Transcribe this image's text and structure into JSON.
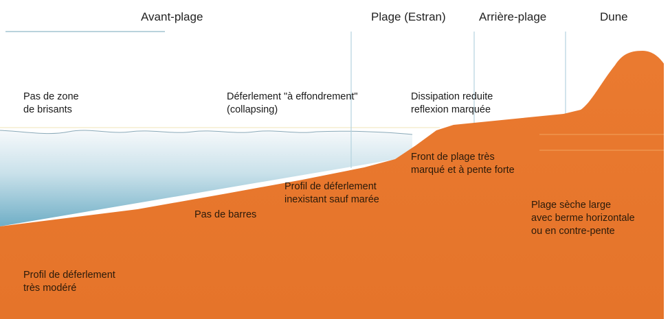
{
  "zones": {
    "avant_plage": "Avant-plage",
    "plage": "Plage (Estran)",
    "arriere_plage": "Arrière-plage",
    "dune": "Dune"
  },
  "labels": {
    "pas_zone_brisants": "Pas de zone\nde brisants",
    "deferlement_effondrement": "Déferlement \"à effondrement\"\n(collapsing)",
    "dissipation": "Dissipation reduite\nreflexion marquée",
    "front_plage": "Front de plage très\nmarqué et à pente forte",
    "profil_inexistant": "Profil de déferlement\ninexistant sauf marée",
    "pas_de_barres": "Pas de barres",
    "plage_seche": "Plage sèche large\navec berme horizontale\nou en contre-pente",
    "profil_tres_modere": "Profil de déferlement\ntrès modéré"
  },
  "colors": {
    "sand": "#e8782e",
    "sand_light": "#f08a3c",
    "water_top": "#f4f8fa",
    "water_bottom": "#7fb7cc",
    "divider": "#9fc6d6"
  }
}
